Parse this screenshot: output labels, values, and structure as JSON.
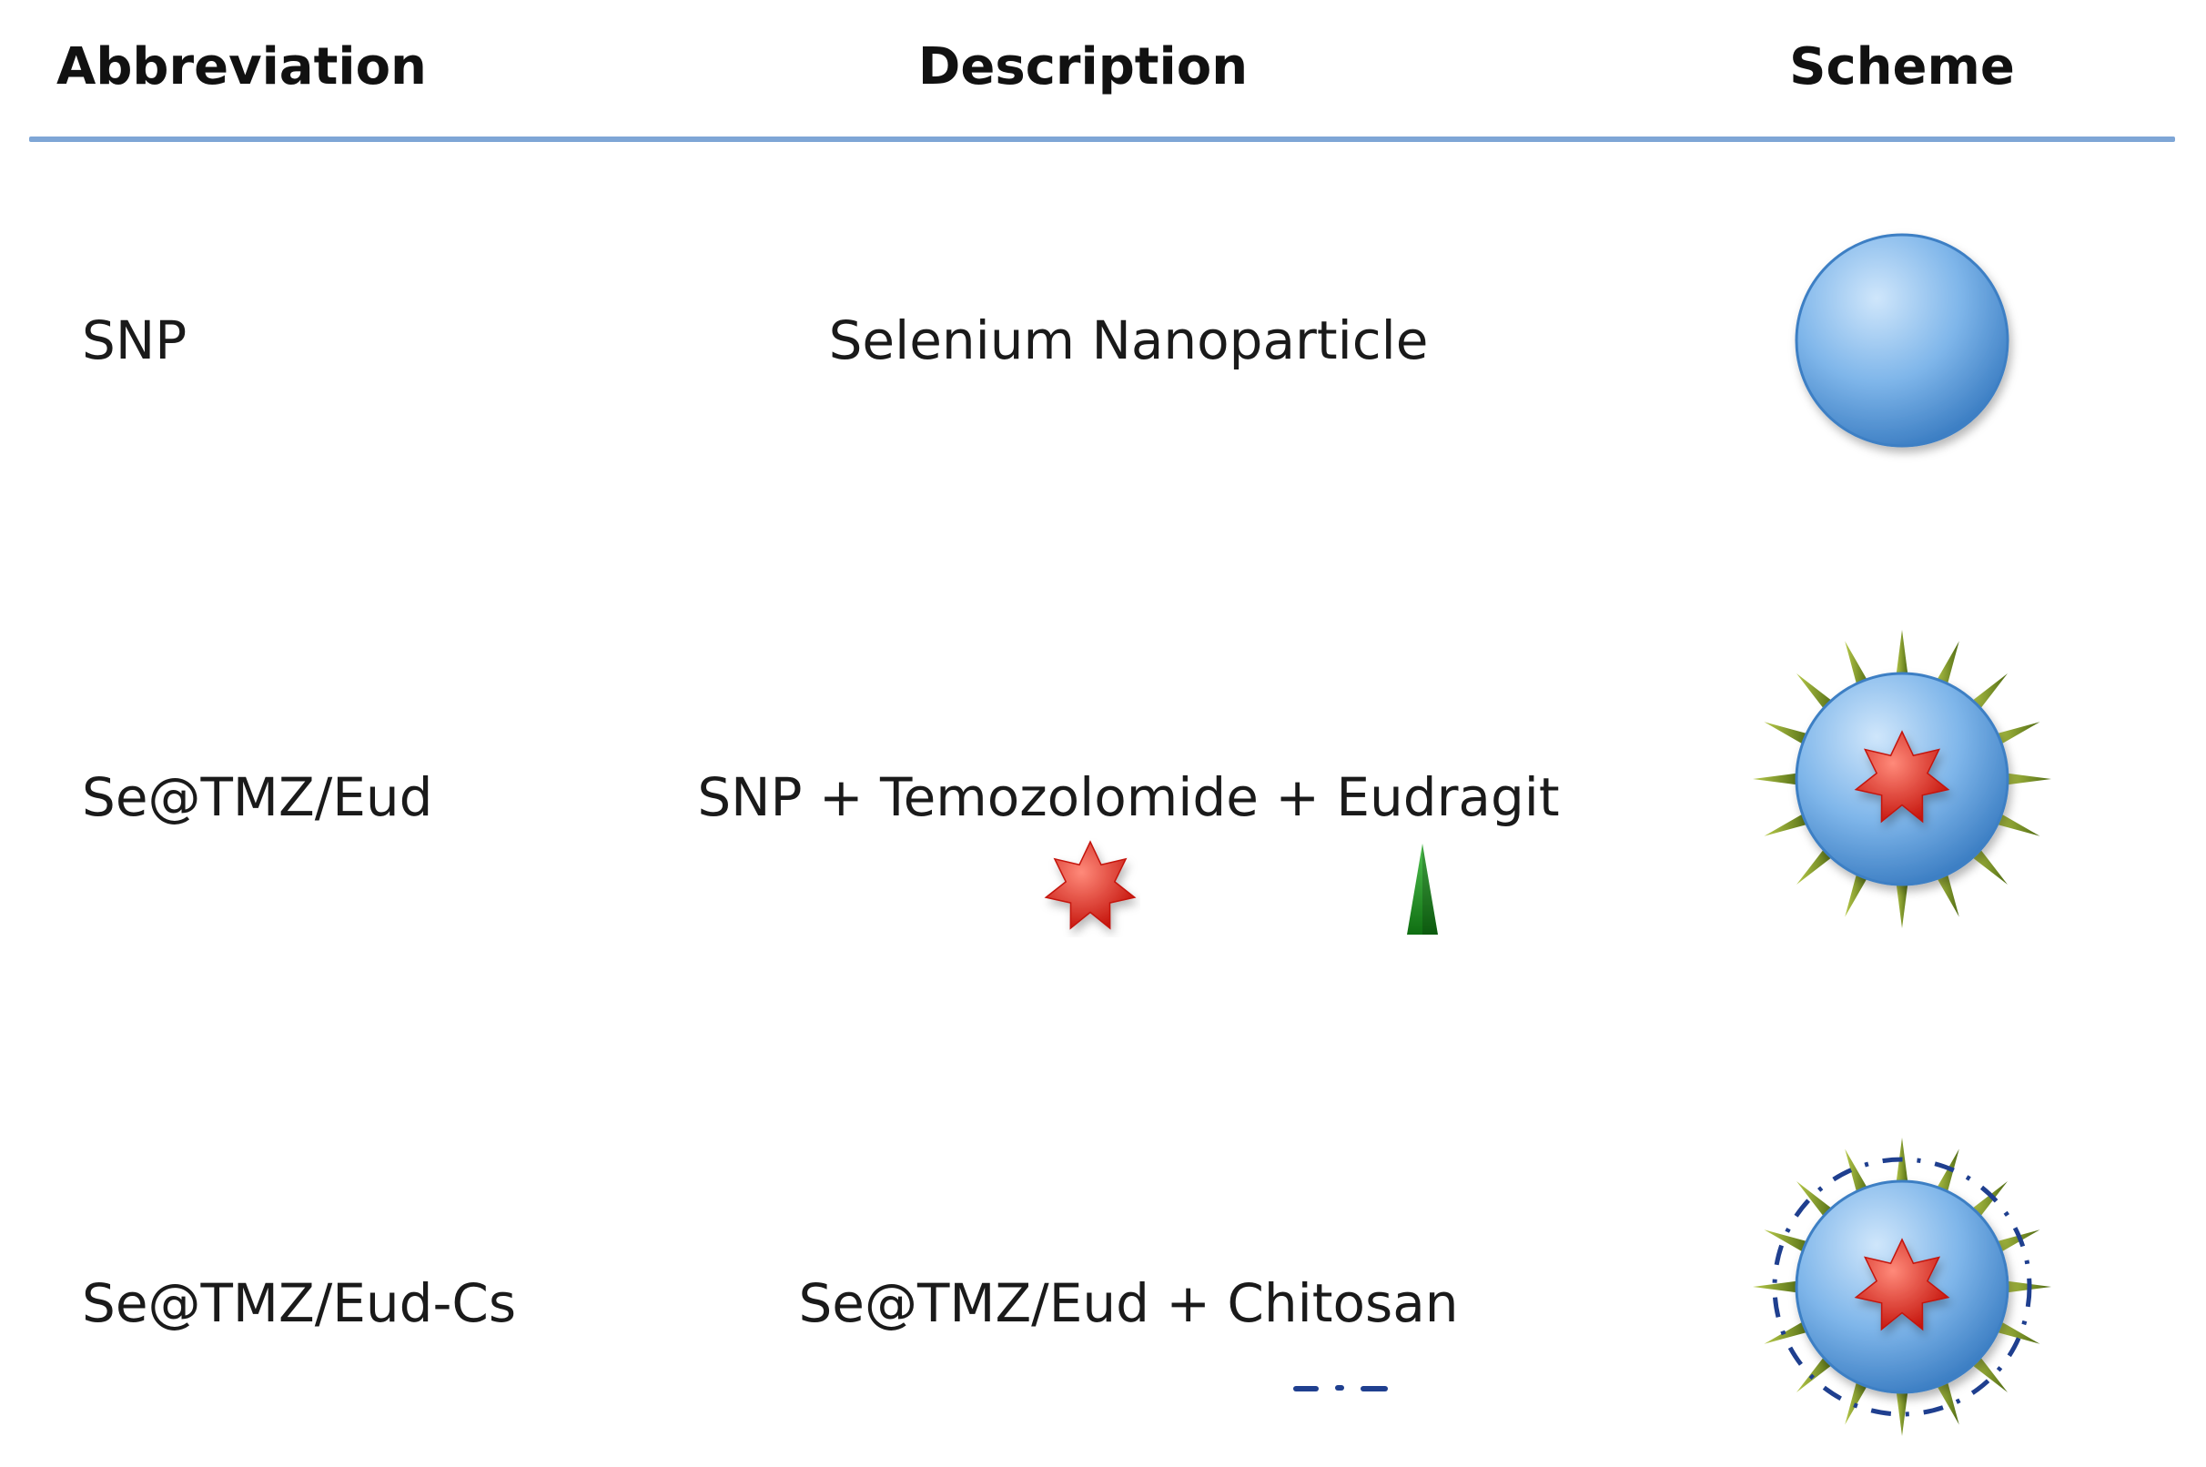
{
  "table": {
    "headers": {
      "abbreviation": "Abbreviation",
      "description": "Description",
      "scheme": "Scheme"
    },
    "rows": [
      {
        "abbreviation": "SNP",
        "description": "Selenium Nanoparticle"
      },
      {
        "abbreviation": "Se@TMZ/Eud",
        "description": "SNP + Temozolomide + Eudragit"
      },
      {
        "abbreviation": "Se@TMZ/Eud-Cs",
        "description": "Se@TMZ/Eud + Chitosan"
      }
    ]
  },
  "icons": {
    "drug": "red-star-icon",
    "polymer": "green-spike-icon",
    "chitosan": "dashed-ring-icon",
    "particle": "blue-sphere-icon"
  },
  "colors": {
    "rule": "#7ea6d6",
    "sphere_light": "#cfe6fb",
    "sphere_mid": "#7fb6ea",
    "sphere_dark": "#3d7fc4",
    "drug_light": "#ff8a7a",
    "drug_dark": "#c4120a",
    "spike_light": "#b7c94a",
    "spike_dark": "#4f6a12",
    "polymer_light": "#4fc24f",
    "polymer_dark": "#0f6e12",
    "chitosan": "#1f3f8f"
  }
}
